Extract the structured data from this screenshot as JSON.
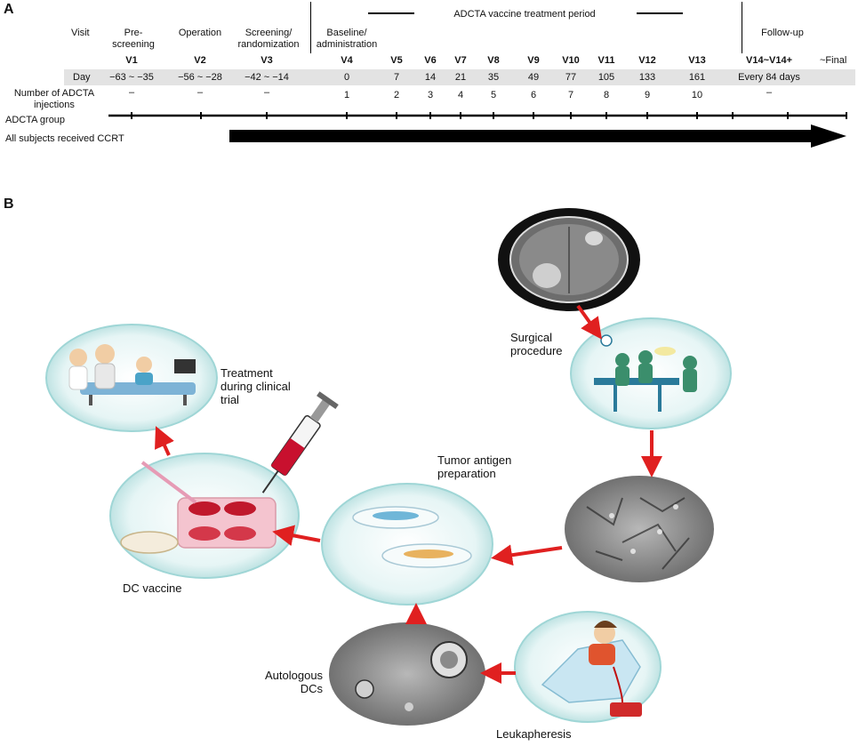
{
  "panel_a": {
    "letter": "A",
    "period_label": "ADCTA vaccine treatment period",
    "row_labels": {
      "visit": "Visit",
      "day": "Day",
      "injections": "Number of ADCTA\ninjections",
      "group": "ADCTA group",
      "ccrt": "All subjects received CCRT"
    },
    "phases": {
      "prescreening": "Pre-\nscreening",
      "operation": "Operation",
      "screening": "Screening/\nrandomization",
      "baseline": "Baseline/\nadministration",
      "followup": "Follow-up"
    },
    "columns": [
      {
        "visit": "V1",
        "day": "−63 ~ −35",
        "inj": "–"
      },
      {
        "visit": "V2",
        "day": "−56 ~ −28",
        "inj": "–"
      },
      {
        "visit": "V3",
        "day": "−42 ~ −14",
        "inj": "–"
      },
      {
        "visit": "V4",
        "day": "0",
        "inj": "1"
      },
      {
        "visit": "V5",
        "day": "7",
        "inj": "2"
      },
      {
        "visit": "V6",
        "day": "14",
        "inj": "3"
      },
      {
        "visit": "V7",
        "day": "21",
        "inj": "4"
      },
      {
        "visit": "V8",
        "day": "35",
        "inj": "5"
      },
      {
        "visit": "V9",
        "day": "49",
        "inj": "6"
      },
      {
        "visit": "V10",
        "day": "77",
        "inj": "7"
      },
      {
        "visit": "V11",
        "day": "105",
        "inj": "8"
      },
      {
        "visit": "V12",
        "day": "133",
        "inj": "9"
      },
      {
        "visit": "V13",
        "day": "161",
        "inj": "10"
      },
      {
        "visit": "V14~V14+",
        "day": "Every 84 days",
        "inj": "–"
      }
    ],
    "final_label": "~Final"
  },
  "panel_b": {
    "letter": "B",
    "labels": {
      "surgical": "Surgical\nprocedure",
      "tumor_antigen": "Tumor antigen\npreparation",
      "treatment": "Treatment\nduring clinical\ntrial",
      "dc_vaccine": "DC vaccine",
      "autologous": "Autologous\nDCs",
      "leukapheresis": "Leukapheresis"
    },
    "colors": {
      "arrow": "#e02020",
      "bubble_edge": "#9fd6d6",
      "bubble_fill": "#e8f6f6"
    }
  }
}
